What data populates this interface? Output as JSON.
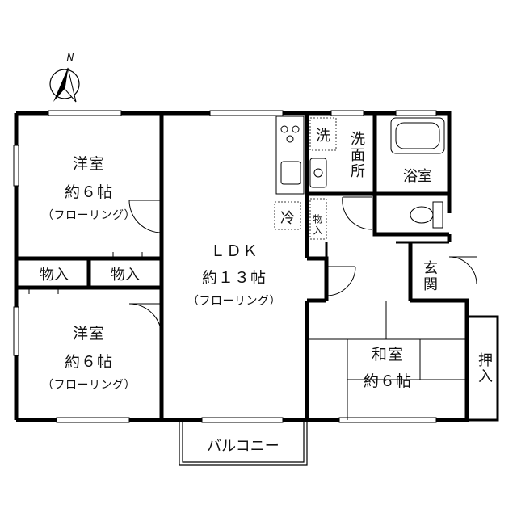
{
  "compass": {
    "north_label": "N"
  },
  "rooms": {
    "western_room_top": {
      "name": "洋室",
      "size": "約６帖",
      "note": "（フローリング）"
    },
    "western_room_bottom": {
      "name": "洋室",
      "size": "約６帖",
      "note": "（フローリング）"
    },
    "closet_left": "物入",
    "closet_right": "物入",
    "ldk": {
      "name": "ＬＤＫ",
      "size": "約１３帖",
      "note": "（フローリング）"
    },
    "washer": "洗",
    "washroom": "洗面所",
    "bathroom": "浴室",
    "fridge": "冷",
    "hall_closet": "物入",
    "entrance": "玄関",
    "japanese_room": {
      "name": "和室",
      "size": "約６帖"
    },
    "oshiire": "押入",
    "balcony": "バルコニー"
  }
}
